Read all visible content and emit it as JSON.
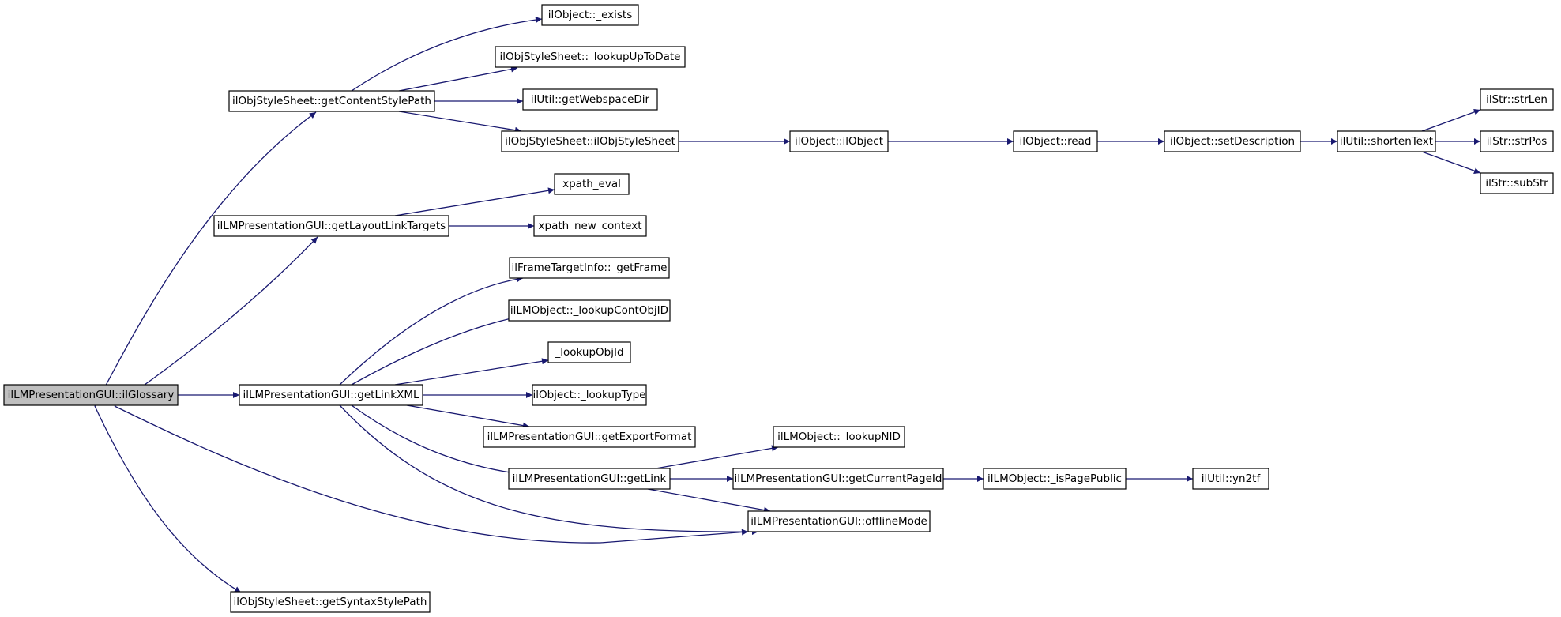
{
  "diagram": {
    "type": "call-graph",
    "edge_color": "#191970",
    "root_fill": "#bfbfbf",
    "nodes": [
      {
        "id": "root",
        "label": "ilLMPresentationGUI::ilGlossary"
      },
      {
        "id": "gcsp",
        "label": "ilObjStyleSheet::getContentStylePath"
      },
      {
        "id": "gllt",
        "label": "ilLMPresentationGUI::getLayoutLinkTargets"
      },
      {
        "id": "glx",
        "label": "ilLMPresentationGUI::getLinkXML"
      },
      {
        "id": "gssp",
        "label": "ilObjStyleSheet::getSyntaxStylePath"
      },
      {
        "id": "exists",
        "label": "ilObject::_exists"
      },
      {
        "id": "lutd",
        "label": "ilObjStyleSheet::_lookupUpToDate"
      },
      {
        "id": "gwd",
        "label": "ilUtil::getWebspaceDir"
      },
      {
        "id": "ioss",
        "label": "ilObjStyleSheet::ilObjStyleSheet"
      },
      {
        "id": "xeval",
        "label": "xpath_eval"
      },
      {
        "id": "xnew",
        "label": "xpath_new_context"
      },
      {
        "id": "gframe",
        "label": "ilFrameTargetInfo::_getFrame"
      },
      {
        "id": "lcoi",
        "label": "ilLMObject::_lookupContObjID"
      },
      {
        "id": "loi",
        "label": "_lookupObjId"
      },
      {
        "id": "ltype",
        "label": "ilObject::_lookupType"
      },
      {
        "id": "gef",
        "label": "ilLMPresentationGUI::getExportFormat"
      },
      {
        "id": "glink",
        "label": "ilLMPresentationGUI::getLink"
      },
      {
        "id": "offline",
        "label": "ilLMPresentationGUI::offlineMode"
      },
      {
        "id": "lnid",
        "label": "ilLMObject::_lookupNID"
      },
      {
        "id": "gcpi",
        "label": "ilLMPresentationGUI::getCurrentPageId"
      },
      {
        "id": "ipp",
        "label": "ilLMObject::_isPagePublic"
      },
      {
        "id": "yn2tf",
        "label": "ilUtil::yn2tf"
      },
      {
        "id": "ilobj",
        "label": "ilObject::ilObject"
      },
      {
        "id": "read",
        "label": "ilObject::read"
      },
      {
        "id": "setd",
        "label": "ilObject::setDescription"
      },
      {
        "id": "short",
        "label": "ilUtil::shortenText"
      },
      {
        "id": "slen",
        "label": "ilStr::strLen"
      },
      {
        "id": "spos",
        "label": "ilStr::strPos"
      },
      {
        "id": "sub",
        "label": "ilStr::subStr"
      }
    ],
    "edges": [
      [
        "root",
        "gcsp"
      ],
      [
        "root",
        "gllt"
      ],
      [
        "root",
        "glx"
      ],
      [
        "root",
        "offline"
      ],
      [
        "root",
        "gssp"
      ],
      [
        "gcsp",
        "exists"
      ],
      [
        "gcsp",
        "lutd"
      ],
      [
        "gcsp",
        "gwd"
      ],
      [
        "gcsp",
        "ioss"
      ],
      [
        "ioss",
        "ilobj"
      ],
      [
        "ilobj",
        "read"
      ],
      [
        "read",
        "setd"
      ],
      [
        "setd",
        "short"
      ],
      [
        "short",
        "slen"
      ],
      [
        "short",
        "spos"
      ],
      [
        "short",
        "sub"
      ],
      [
        "gllt",
        "xeval"
      ],
      [
        "gllt",
        "xnew"
      ],
      [
        "glx",
        "gframe"
      ],
      [
        "glx",
        "lcoi"
      ],
      [
        "glx",
        "loi"
      ],
      [
        "glx",
        "ltype"
      ],
      [
        "glx",
        "gef"
      ],
      [
        "glx",
        "glink"
      ],
      [
        "glx",
        "offline"
      ],
      [
        "glink",
        "lnid"
      ],
      [
        "glink",
        "gcpi"
      ],
      [
        "glink",
        "offline"
      ],
      [
        "gcpi",
        "ipp"
      ],
      [
        "ipp",
        "yn2tf"
      ]
    ]
  }
}
